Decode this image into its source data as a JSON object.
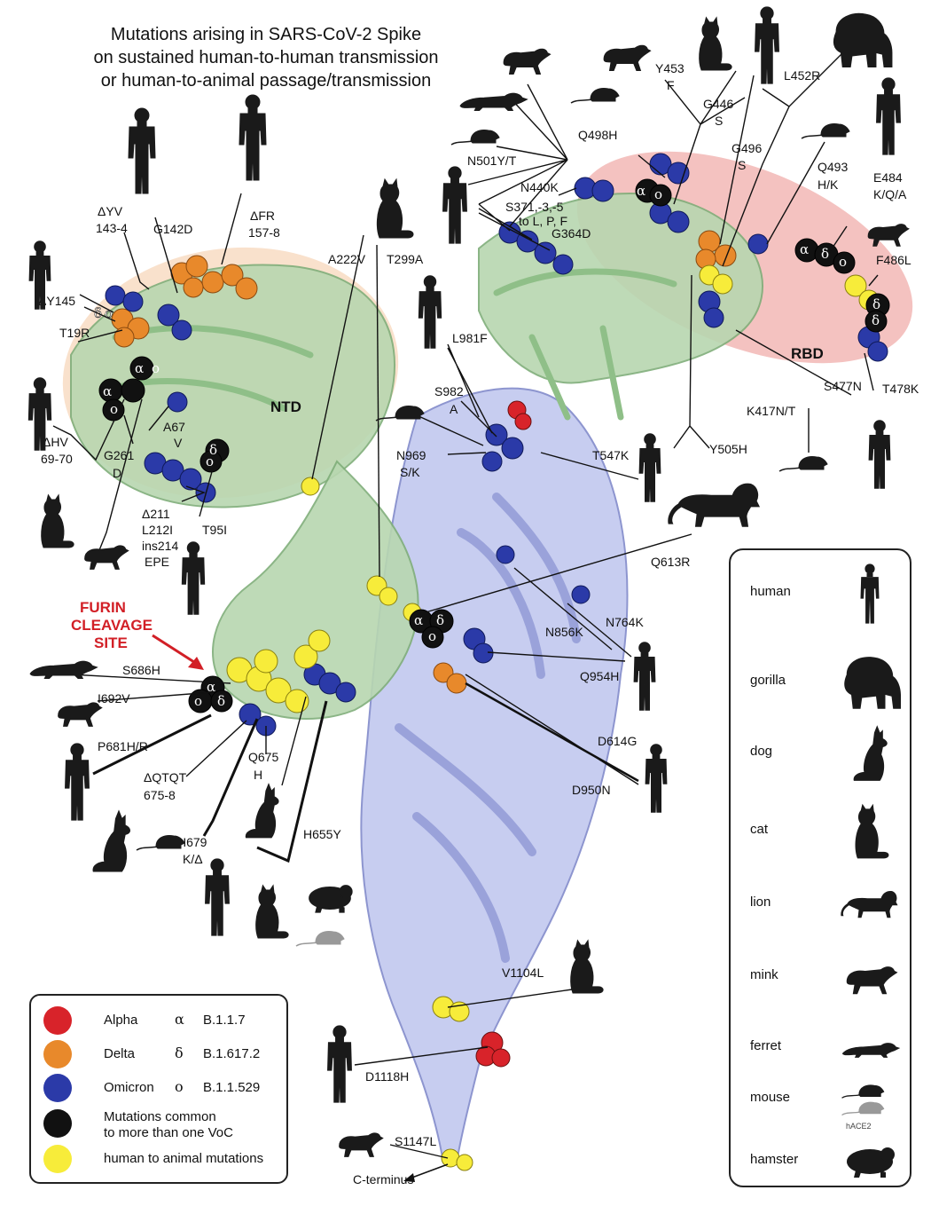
{
  "title": {
    "line1": "Mutations arising in SARS-CoV-2 Spike",
    "line2": "on sustained human-to-human transmission",
    "line3": "or human-to-animal passage/transmission"
  },
  "regions": {
    "ntd": "NTD",
    "rbd": "RBD"
  },
  "furin": {
    "line1": "FURIN",
    "line2": "CLEAVAGE",
    "line3": "SITE"
  },
  "c_terminus": "C-terminus",
  "mutations": {
    "dyv": "ΔYV",
    "dyv_num": "143-4",
    "g142d": "G142D",
    "dfr": "ΔFR",
    "dfr_num": "157-8",
    "a222v": "A222V",
    "t299a": "T299A",
    "dy145": "ΔY145",
    "t19r": "T19R",
    "dhv": "ΔHV",
    "dhv_num": "69-70",
    "g261": "G261",
    "g261_d": "D",
    "a67": "A67",
    "a67_v": "V",
    "d211": "Δ211",
    "l212i": "L212I",
    "ins214": "ins214",
    "epe": "EPE",
    "t95i": "T95I",
    "s686h": "S686H",
    "i692v": "I692V",
    "p681": "P681H/R",
    "dqtqt": "ΔQTQT",
    "dqtqt_num": "675-8",
    "q675": "Q675",
    "q675_h": "H",
    "h679": "H679",
    "h679_k": "K/Δ",
    "h655y": "H655Y",
    "l981f": "L981F",
    "s982": "S982",
    "s982_a": "A",
    "n969": "N969",
    "n969_sk": "S/K",
    "t547k": "T547K",
    "q613r": "Q613R",
    "n764k": "N764K",
    "n856k": "N856K",
    "q954h": "Q954H",
    "d614g": "D614G",
    "d950n": "D950N",
    "v1104l": "V1104L",
    "d1118h": "D1118H",
    "s1147l": "S1147L",
    "n501y": "N501Y/T",
    "n440k": "N440K",
    "s371": "S371,-3,-5",
    "s371_to": "to L, P, F",
    "g364d": "G364D",
    "q498h": "Q498H",
    "y453": "Y453",
    "y453_f": "F",
    "g446": "G446",
    "g446_s": "S",
    "g496": "G496",
    "g496_s": "S",
    "l452r": "L452R",
    "q493": "Q493",
    "q493_hk": "H/K",
    "e484": "E484",
    "e484_kqa": "K/Q/A",
    "f486l": "F486L",
    "s477n": "S477N",
    "t478k": "T478K",
    "k417n": "K417N/T",
    "y505h": "Y505H"
  },
  "legend": {
    "alpha": {
      "name": "Alpha",
      "greek": "α",
      "code": "B.1.1.7",
      "color": "#d8232a"
    },
    "delta": {
      "name": "Delta",
      "greek": "δ",
      "code": "B.1.617.2",
      "color": "#e8892b"
    },
    "omicron": {
      "name": "Omicron",
      "greek": "ο",
      "code": "B.1.1.529",
      "color": "#2b3aa8"
    },
    "common": {
      "line1": "Mutations common",
      "line2": "to more than one VoC",
      "color": "#111111"
    },
    "animal": {
      "name": "human to animal mutations",
      "color": "#f7ec3a"
    }
  },
  "species": {
    "human": "human",
    "gorilla": "gorilla",
    "dog": "dog",
    "cat": "cat",
    "lion": "lion",
    "mink": "mink",
    "ferret": "ferret",
    "mouse": "mouse",
    "hace2": "hACE2",
    "hamster": "hamster"
  },
  "colors": {
    "ntd_shade": "#f9e1cc",
    "rbd_shade": "#f2b7b5",
    "spike_green": "#b8d7b0",
    "spike_blue": "#bcc3ec",
    "silhouette": "#1a1a1a"
  }
}
